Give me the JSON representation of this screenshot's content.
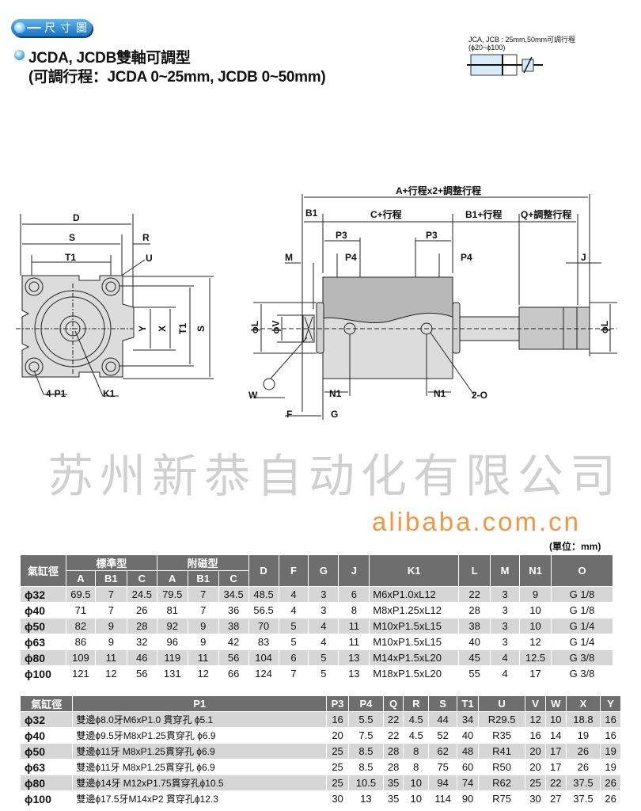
{
  "section_badge": "尺寸圖",
  "heading": {
    "line1": "JCDA, JCDB雙軸可調型",
    "line2": "(可調行程：JCDA 0~25mm, JCDB 0~50mm)"
  },
  "symbol_note": {
    "line1": "JCA, JCB : 25mm,50mm可調行程",
    "line2": "(ϕ20~ϕ100)"
  },
  "front_view_labels": {
    "D": "D",
    "S": "S",
    "R": "R",
    "T1": "T1",
    "U": "U",
    "Y": "Y",
    "X": "X",
    "T1v": "T1",
    "Sv": "S",
    "P1": "4-P1",
    "K1": "K1"
  },
  "side_view_labels": {
    "total": "A+行程x2+調整行程",
    "B1": "B1",
    "C": "C+行程",
    "B1s": "B1+行程",
    "Q": "Q+調整行程",
    "P3a": "P3",
    "P3b": "P3",
    "M": "M",
    "P4a": "P4",
    "P4b": "P4",
    "J": "J",
    "L1": "ϕL",
    "V": "ϕV",
    "L2": "ϕL",
    "W": "W",
    "F": "F",
    "G": "G",
    "N1a": "N1",
    "N1b": "N1",
    "O": "2-O"
  },
  "watermark": "苏州新恭自动化有限公司",
  "alibaba_watermark": "alibaba.com.cn",
  "unit_note": "(單位：mm)",
  "table1": {
    "headers": {
      "bore": "氣缸徑",
      "std": "標準型",
      "mag": "附磁型",
      "A": "A",
      "B1": "B1",
      "C": "C",
      "D": "D",
      "F": "F",
      "G": "G",
      "J": "J",
      "K1": "K1",
      "L": "L",
      "M": "M",
      "N1": "N1",
      "O": "O"
    },
    "rows": [
      [
        "ϕ32",
        "69.5",
        "7",
        "24.5",
        "79.5",
        "7",
        "34.5",
        "48.5",
        "4",
        "3",
        "6",
        "M6xP1.0xL12",
        "22",
        "3",
        "9",
        "G 1/8"
      ],
      [
        "ϕ40",
        "71",
        "7",
        "26",
        "81",
        "7",
        "36",
        "56.5",
        "4",
        "3",
        "8",
        "M8xP1.25xL12",
        "28",
        "3",
        "10",
        "G 1/8"
      ],
      [
        "ϕ50",
        "82",
        "9",
        "28",
        "92",
        "9",
        "38",
        "70",
        "5",
        "4",
        "11",
        "M10xP1.5xL15",
        "38",
        "3",
        "10",
        "G 1/4"
      ],
      [
        "ϕ63",
        "86",
        "9",
        "32",
        "96",
        "9",
        "42",
        "83",
        "5",
        "4",
        "11",
        "M10xP1.5xL15",
        "40",
        "3",
        "12",
        "G 1/4"
      ],
      [
        "ϕ80",
        "109",
        "11",
        "46",
        "119",
        "11",
        "56",
        "104",
        "6",
        "5",
        "13",
        "M14xP1.5xL20",
        "45",
        "4",
        "12.5",
        "G 3/8"
      ],
      [
        "ϕ100",
        "121",
        "12",
        "56",
        "131",
        "12",
        "66",
        "124",
        "7",
        "5",
        "13",
        "M18xP1.5xL20",
        "55",
        "4",
        "17",
        "G 3/8"
      ]
    ]
  },
  "table2": {
    "headers": [
      "氣缸徑",
      "P1",
      "P3",
      "P4",
      "Q",
      "R",
      "S",
      "T1",
      "U",
      "V",
      "W",
      "X",
      "Y"
    ],
    "rows": [
      [
        "ϕ32",
        "雙邊ϕ8.0牙M6xP1.0  貫穿孔 ϕ5.1",
        "16",
        "5.5",
        "22",
        "4.5",
        "44",
        "34",
        "R29.5",
        "12",
        "10",
        "18.8",
        "16"
      ],
      [
        "ϕ40",
        "雙邊ϕ9.5牙M8xP1.25貫穿孔 ϕ6.9",
        "20",
        "7.5",
        "22",
        "4.5",
        "52",
        "40",
        "R35",
        "16",
        "14",
        "19",
        "16"
      ],
      [
        "ϕ50",
        "雙邊ϕ11牙 M8xP1.25貫穿孔 ϕ6.9",
        "25",
        "8.5",
        "28",
        "8",
        "62",
        "48",
        "R41",
        "20",
        "17",
        "26",
        "19"
      ],
      [
        "ϕ63",
        "雙邊ϕ11牙 M8xP1.25貫穿孔 ϕ6.9",
        "25",
        "8.5",
        "28",
        "8",
        "75",
        "60",
        "R50",
        "20",
        "17",
        "26",
        "19"
      ],
      [
        "ϕ80",
        "雙邊ϕ14牙 M12xP1.75貫穿孔ϕ10.5",
        "25",
        "10.5",
        "35",
        "10",
        "94",
        "74",
        "R62",
        "25",
        "22",
        "37.5",
        "26"
      ],
      [
        "ϕ100",
        "雙邊ϕ17.5牙M14xP2 貫穿孔ϕ12.3",
        "30",
        "13",
        "35",
        "10",
        "114",
        "90",
        "R75",
        "30",
        "27",
        "37.5",
        "26"
      ]
    ]
  }
}
